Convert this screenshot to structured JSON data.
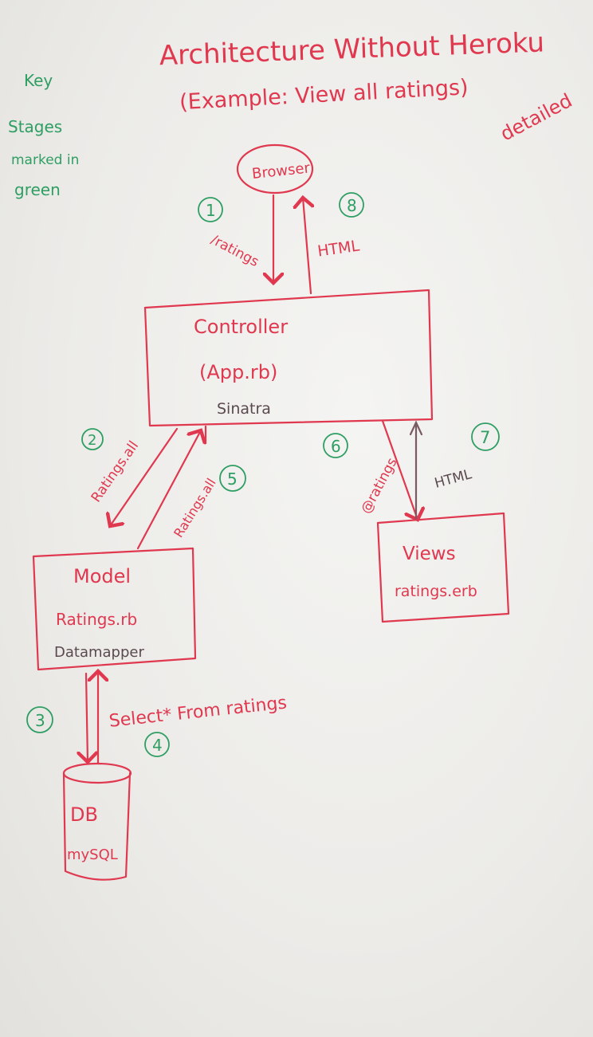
{
  "title": {
    "line1": "Architecture Without Heroku",
    "line2": "(Example: View all ratings)"
  },
  "tag": "detailed",
  "key": {
    "line1": "Key",
    "line2": "Stages",
    "line3": "marked in",
    "line4": "green"
  },
  "nodes": {
    "browser": "Browser",
    "controller": {
      "name": "Controller",
      "file": "(App.rb)",
      "tech": "Sinatra"
    },
    "model": {
      "name": "Model",
      "file": "Ratings.rb",
      "tech": "Datamapper"
    },
    "views": {
      "name": "Views",
      "file": "ratings.erb"
    },
    "db": {
      "name": "DB",
      "tech": "mySQL"
    }
  },
  "edges": {
    "request": "/ratings",
    "response_html": "HTML",
    "call_all": "Ratings.all",
    "return_all": "Ratings.all",
    "pass_ratings": "@ratings",
    "views_html": "HTML",
    "sql": "Select* From ratings"
  },
  "stages": [
    "1",
    "2",
    "3",
    "4",
    "5",
    "6",
    "7",
    "8"
  ],
  "colors": {
    "ink": "#e0384f",
    "stage": "#2e9e63",
    "paper": "#ecebe8"
  }
}
